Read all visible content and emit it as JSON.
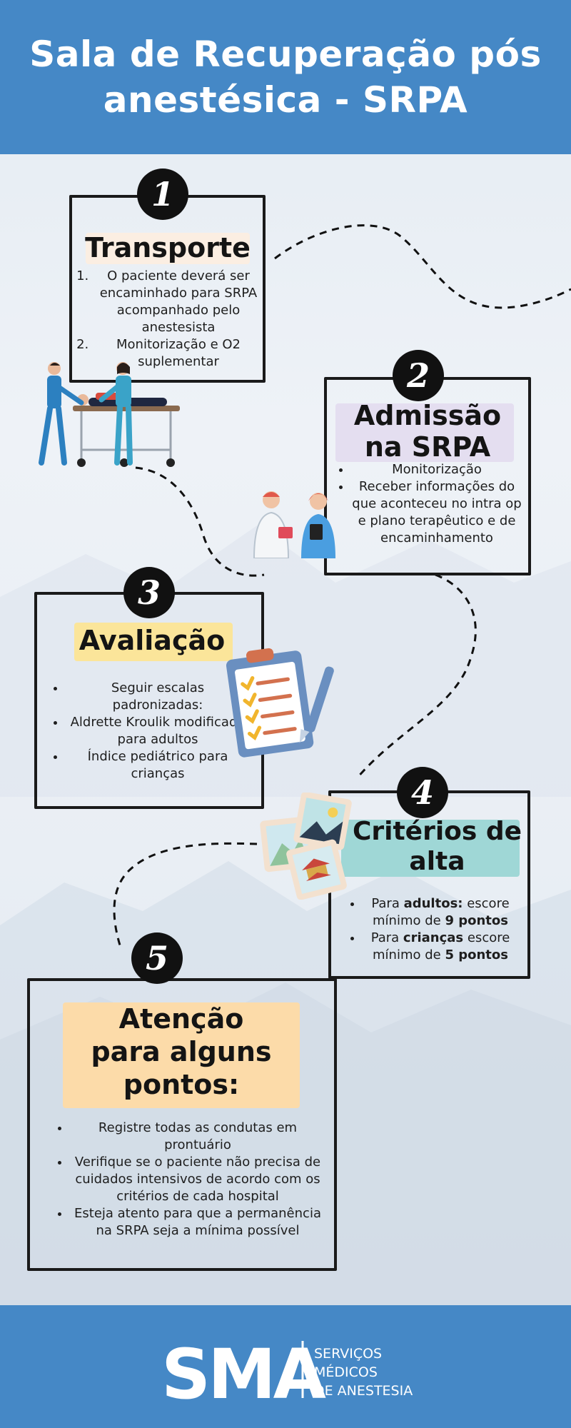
{
  "header": {
    "title": "Sala de Recuperação pós anestésica - SRPA"
  },
  "steps": [
    {
      "number": "1",
      "title": "Transporte",
      "items": [
        "O paciente deverá ser encaminhado para SRPA acompanhado pelo anestesista",
        "Monitorização e O2 suplementar"
      ]
    },
    {
      "number": "2",
      "title_line1": "Admissão",
      "title_line2": "na SRPA",
      "items": [
        "Monitorização",
        "Receber informações do que aconteceu no intra op e plano terapêutico e de encaminhamento"
      ]
    },
    {
      "number": "3",
      "title": "Avaliação",
      "items": [
        "Seguir escalas padronizadas:",
        "Aldrette Kroulik modificada para adultos",
        "Índice pediátrico para crianças"
      ]
    },
    {
      "number": "4",
      "title_line1": "Critérios de",
      "title_line2": "alta",
      "item1": {
        "pre": "Para ",
        "bold1": "adultos:",
        "mid": " escore mínimo de ",
        "bold2": "9 pontos"
      },
      "item2": {
        "pre": "Para ",
        "bold1": "crianças",
        "mid": " escore mínimo de ",
        "bold2": "5 pontos"
      }
    },
    {
      "number": "5",
      "title_line1": "Atenção",
      "title_line2": "para alguns",
      "title_line3": "pontos:",
      "items": [
        "Registre todas as condutas em prontuário",
        "Verifique se o paciente não precisa de cuidados intensivos de acordo com os critérios de cada hospital",
        "Esteja atento para que a permanência na SRPA seja a mínima possível"
      ]
    }
  ],
  "footer": {
    "logo_text": "SMA",
    "tagline_line1": "SERVIÇOS",
    "tagline_line2": "MÉDICOS",
    "tagline_line3": "DE ANESTESIA"
  },
  "colors": {
    "brand_blue": "#4588c6",
    "highlight_step1": "#fbeee2",
    "highlight_step2": "#e4def0",
    "highlight_step3": "#fbe59a",
    "highlight_step4": "#9fd7d6",
    "highlight_step5": "#fcdba9"
  }
}
